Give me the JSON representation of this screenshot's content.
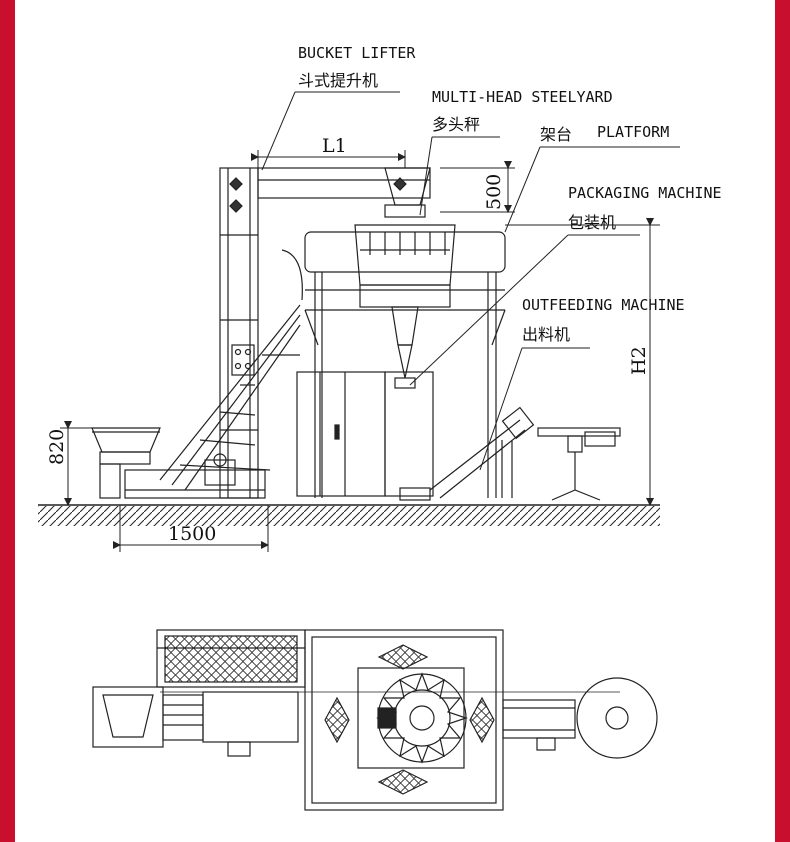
{
  "labels": {
    "bucket_lifter_en": "BUCKET LIFTER",
    "bucket_lifter_cn": "斗式提升机",
    "multihead_en": "MULTI-HEAD STEELYARD",
    "multihead_cn": "多头秤",
    "platform_cn": "架台",
    "platform_en": "PLATFORM",
    "packaging_en": "PACKAGING MACHINE",
    "packaging_cn": "包装机",
    "outfeeding_en": "OUTFEEDING MACHINE",
    "outfeeding_cn": "出料机"
  },
  "dimensions": {
    "l1": "L1",
    "d500": "500",
    "h2": "H2",
    "d820": "820",
    "d1500": "1500"
  },
  "colors": {
    "frame_red": "#c8102e",
    "line": "#222222"
  }
}
